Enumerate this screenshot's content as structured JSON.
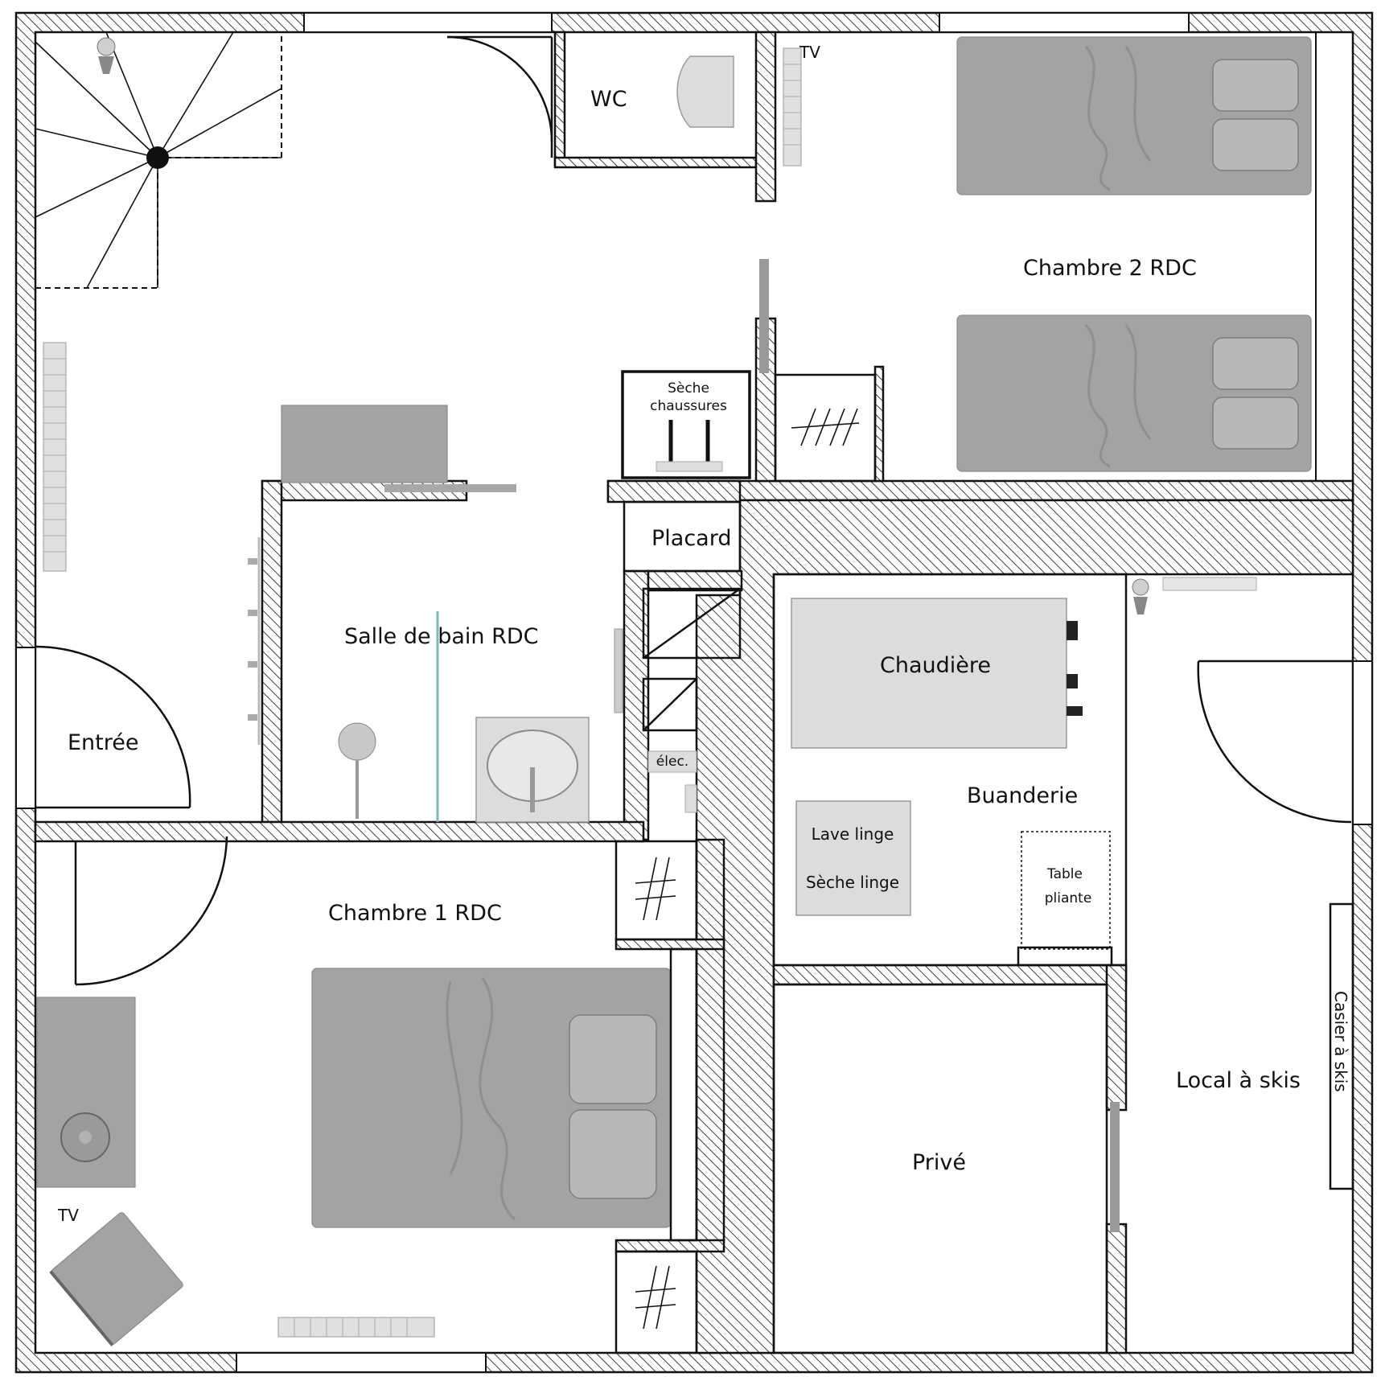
{
  "rooms": {
    "entree": "Entrée",
    "wc": "WC",
    "chambre2": "Chambre 2 RDC",
    "salle_de_bain": "Salle de bain RDC",
    "placard": "Placard",
    "chaudiere": "Chaudière",
    "buanderie": "Buanderie",
    "chambre1": "Chambre 1 RDC",
    "prive": "Privé",
    "local_skis": "Local à skis"
  },
  "labels": {
    "tv_top": "TV",
    "tv_bottom": "TV",
    "seche_chaussures_1": "Sèche",
    "seche_chaussures_2": "chaussures",
    "elec": "élec.",
    "lave_linge": "Lave linge",
    "seche_linge": "Sèche linge",
    "table_pliante_1": "Table",
    "table_pliante_2": "pliante",
    "casier_skis": "Casier à skis"
  },
  "colors": {
    "wall_line": "#111111",
    "furniture": "#a3a3a3",
    "furniture_light": "#dcdcdc",
    "background": "#ffffff"
  }
}
